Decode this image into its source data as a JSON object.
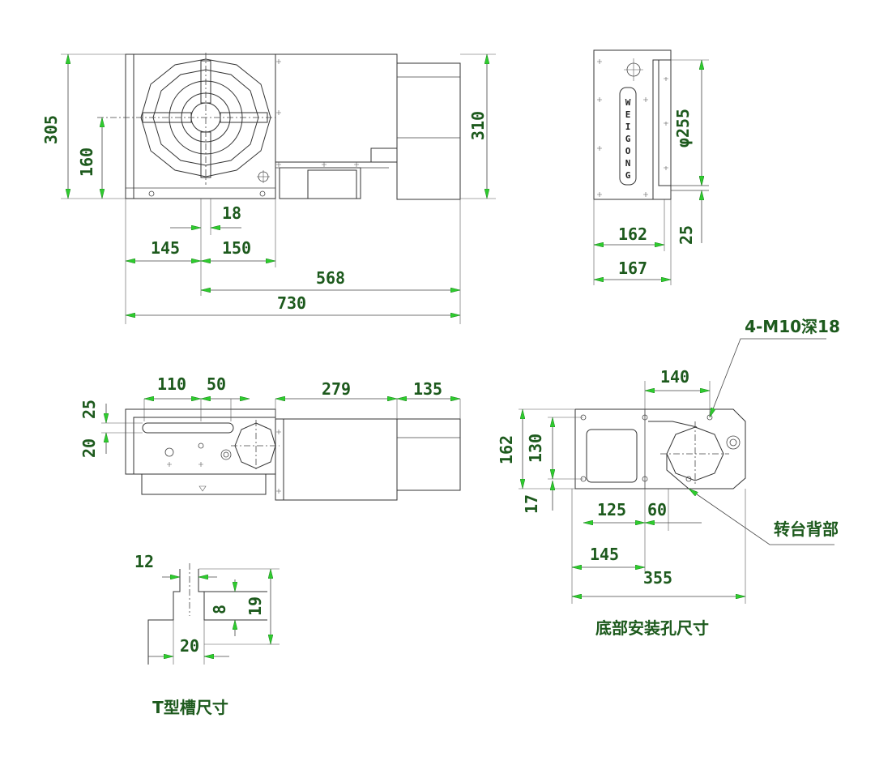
{
  "brand": [
    "W",
    "E",
    "I",
    "G",
    "O",
    "N",
    "G"
  ],
  "dims": {
    "front_h305": "305",
    "front_h160": "160",
    "front_h310": "310",
    "front_w18": "18",
    "front_w145": "145",
    "front_w150": "150",
    "front_w568": "568",
    "front_w730": "730",
    "side_dia255": "φ255",
    "side_w162": "162",
    "side_w167": "167",
    "side_h25": "25",
    "top_w110": "110",
    "top_w50": "50",
    "top_w279": "279",
    "top_w135": "135",
    "top_h25": "25",
    "top_h20": "20",
    "tslot_w12": "12",
    "tslot_h19": "19",
    "tslot_h8": "8",
    "tslot_w20": "20",
    "base_w140": "140",
    "base_h162": "162",
    "base_h130": "130",
    "base_h17": "17",
    "base_w125": "125",
    "base_w60": "60",
    "base_w145": "145",
    "base_w355": "355",
    "base_holes": "4-M10深18"
  },
  "labels": {
    "tslot_caption": "T型槽尺寸",
    "base_caption": "底部安装孔尺寸",
    "rear_label": "转台背部"
  },
  "colors": {
    "arrow": "#2ecc2e",
    "text": "#1d5a1d",
    "line": "#333333"
  }
}
